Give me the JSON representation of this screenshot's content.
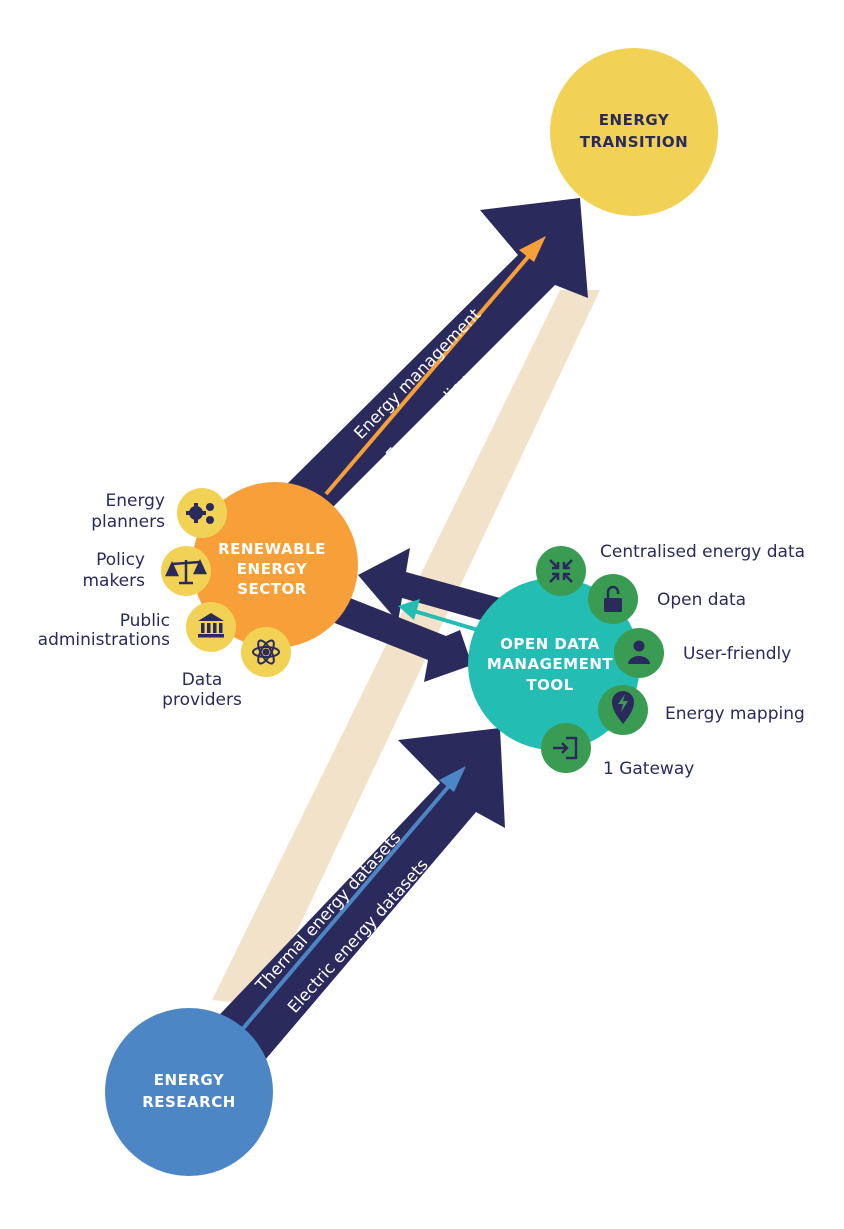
{
  "colors": {
    "navy": "#2a2a5c",
    "yellow": "#f2d255",
    "orange": "#f7a03a",
    "teal": "#24bdb4",
    "blue": "#4d86c5",
    "green": "#3a9c52",
    "beige": "#f2e2c9"
  },
  "nodes": {
    "energy_transition": [
      "ENERGY",
      "TRANSITION"
    ],
    "renewable_energy_sector": [
      "RENEWABLE",
      "ENERGY",
      "SECTOR"
    ],
    "open_data_management_tool": [
      "OPEN DATA",
      "MANAGEMENT",
      "TOOL"
    ],
    "energy_research": [
      "ENERGY",
      "RESEARCH"
    ]
  },
  "arrows": {
    "to_transition": [
      "Energy management",
      "Energy policy"
    ],
    "from_research": [
      "Thermal energy datasets",
      "Electric energy datasets"
    ]
  },
  "stakeholders": [
    {
      "label": [
        "Energy",
        "planners"
      ],
      "icon": "gears-icon"
    },
    {
      "label": [
        "Policy",
        "makers"
      ],
      "icon": "scales-icon"
    },
    {
      "label": [
        "Public",
        "administrations"
      ],
      "icon": "institution-icon"
    },
    {
      "label": [
        "Data",
        "providers"
      ],
      "icon": "atom-icon"
    }
  ],
  "features": [
    {
      "label": "Centralised energy data",
      "icon": "compress-arrows-icon"
    },
    {
      "label": "Open data",
      "icon": "unlock-icon"
    },
    {
      "label": "User-friendly",
      "icon": "user-icon"
    },
    {
      "label": "Energy mapping",
      "icon": "map-pin-bolt-icon"
    },
    {
      "label": "1 Gateway",
      "icon": "login-icon"
    }
  ]
}
